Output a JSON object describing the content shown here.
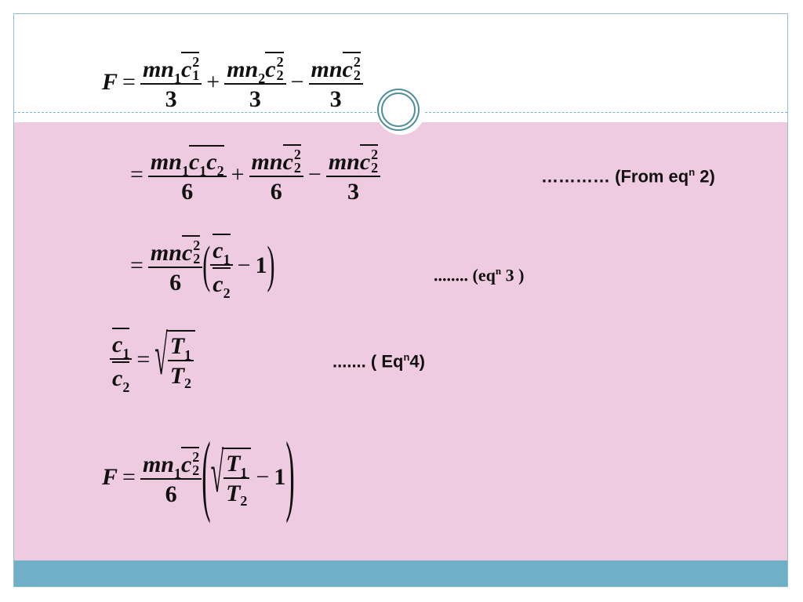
{
  "colors": {
    "content_bg": "#efcbe1",
    "footer_bar": "#6fb0c8",
    "frame": "#8fbfd3"
  },
  "symbols": {
    "equals": "=",
    "plus": "+",
    "minus": "−",
    "lparen": "(",
    "rparen": ")",
    "radical": "√",
    "one": "1"
  },
  "eq1": {
    "lhs": "F",
    "term1": {
      "coef": "mn",
      "coef_sub": "1",
      "var": "c",
      "var_sup": "2",
      "var_sub": "1",
      "den": "3"
    },
    "term2": {
      "coef": "mn",
      "coef_sub": "2",
      "var": "c",
      "var_sup": "2",
      "var_sub": "2",
      "den": "3"
    },
    "term3": {
      "coef": "mn",
      "var": "c",
      "var_sup": "2",
      "var_sub": "2",
      "den": "3"
    }
  },
  "eq2": {
    "term1": {
      "coef": "mn",
      "coef_sub": "1",
      "var_a": "c",
      "sub_a": "1",
      "var_b": "c",
      "sub_b": "2",
      "den": "6"
    },
    "term2": {
      "coef": "mn",
      "var": "c",
      "var_sup": "2",
      "var_sub": "2",
      "den": "6"
    },
    "term3": {
      "coef": "mn",
      "var": "c",
      "var_sup": "2",
      "var_sub": "2",
      "den": "3"
    },
    "note": {
      "dots": "…………",
      "text": " (From eq",
      "sup": "n",
      "tail": " 2)"
    }
  },
  "eq3": {
    "term1": {
      "coef": "mn",
      "var": "c",
      "var_sup": "2",
      "var_sub": "2",
      "den": "6"
    },
    "ratio": {
      "num": "c",
      "num_sub": "1",
      "den": "c",
      "den_sub": "2"
    },
    "note": {
      "dots": "........",
      "text": " (eq",
      "sup": "n",
      "tail": " 3 )"
    }
  },
  "eq4": {
    "ratio": {
      "num": "c",
      "num_sub": "1",
      "den": "c",
      "den_sub": "2"
    },
    "root": {
      "num": "T",
      "num_sub": "1",
      "den": "T",
      "den_sub": "2"
    },
    "note": {
      "dots": ".......",
      "text": " ( Eq",
      "sup": "n",
      "tail": "4)"
    }
  },
  "eq5": {
    "lhs": "F",
    "term1": {
      "coef": "mn",
      "coef_sub": "1",
      "var": "c",
      "var_sup": "2",
      "var_sub": "2",
      "den": "6"
    },
    "root": {
      "num": "T",
      "num_sub": "1",
      "den": "T",
      "den_sub": "2"
    }
  }
}
